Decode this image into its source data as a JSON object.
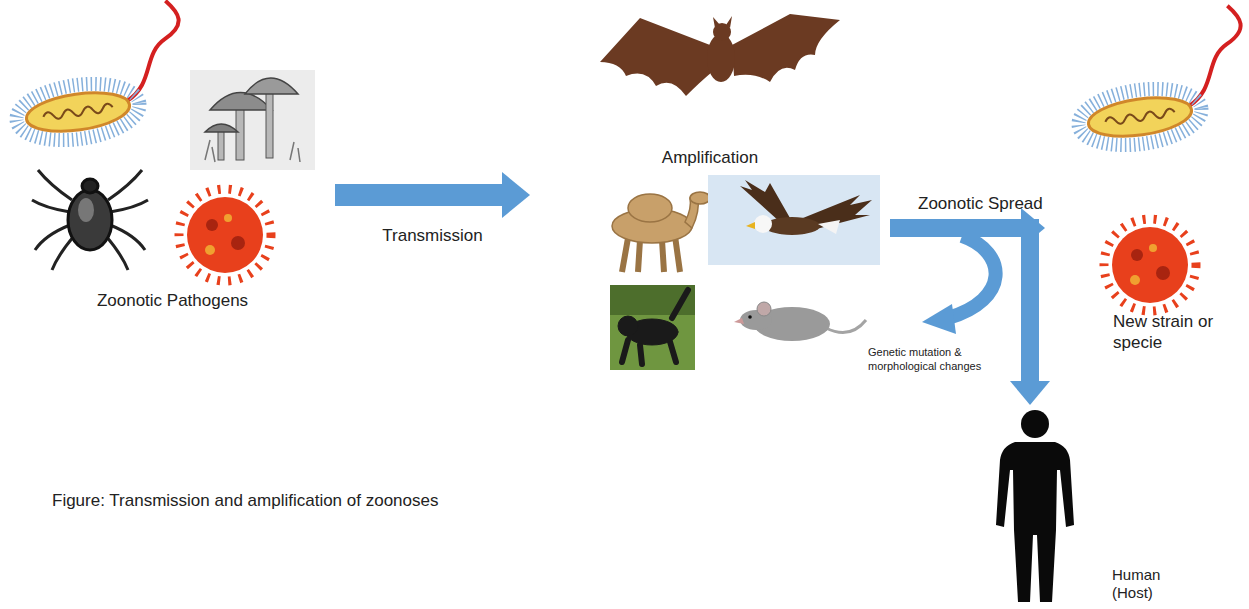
{
  "diagram": {
    "caption": "Figure: Transmission and amplification of zoonoses",
    "nodes": [
      {
        "text": [
          "Zoonotic Pathogens"
        ]
      },
      {
        "text": [
          "Amplification"
        ]
      },
      {
        "text": [
          "New strain or specie"
        ]
      },
      {
        "text": [
          "Human (Host)"
        ]
      }
    ],
    "edges": [
      {
        "from": 0,
        "to": 1,
        "arrow": "to",
        "label": "Transmission"
      },
      {
        "from": 1,
        "to": 2,
        "arrow": "to",
        "label": "Zoonotic Spread"
      },
      {
        "from": 1,
        "to": 3,
        "arrow": "to"
      }
    ],
    "labels": [
      "Genetic mutation & morphological changes"
    ]
  }
}
